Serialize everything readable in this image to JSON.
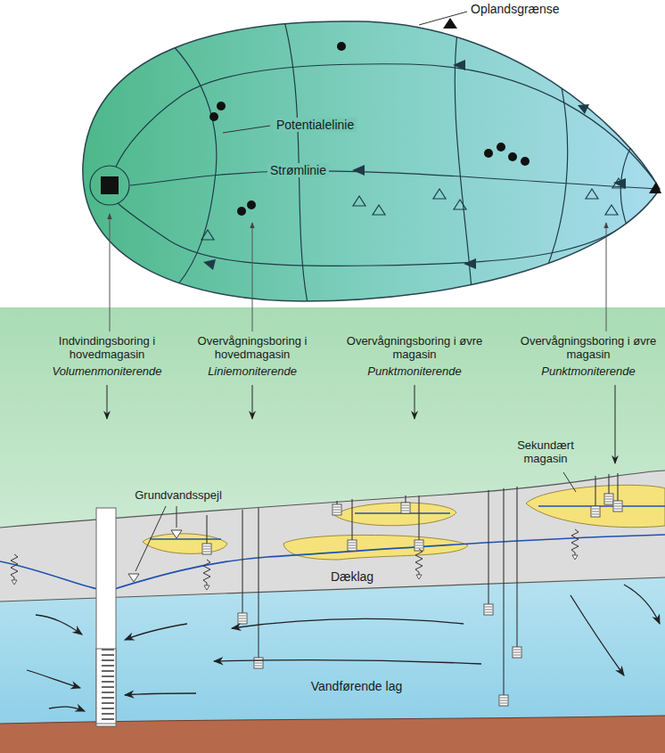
{
  "diagram": {
    "labels": [
      "Oplandsgrænse",
      "Potentialelinie",
      "Strømlinie",
      "Indvindingsboring i hovedmagasin",
      "Volumenmoniterende",
      "Overvågningsboring i hovedmagasin",
      "Liniemoniterende",
      "Overvågningsboring i øvre magasin",
      "Punktmoniterende",
      "Overvågningsboring i øvre magasin",
      "Punktmoniterende",
      "Sekundært magasin",
      "Grundvandsspejl",
      "Dæklag",
      "Vandførende lag"
    ]
  }
}
